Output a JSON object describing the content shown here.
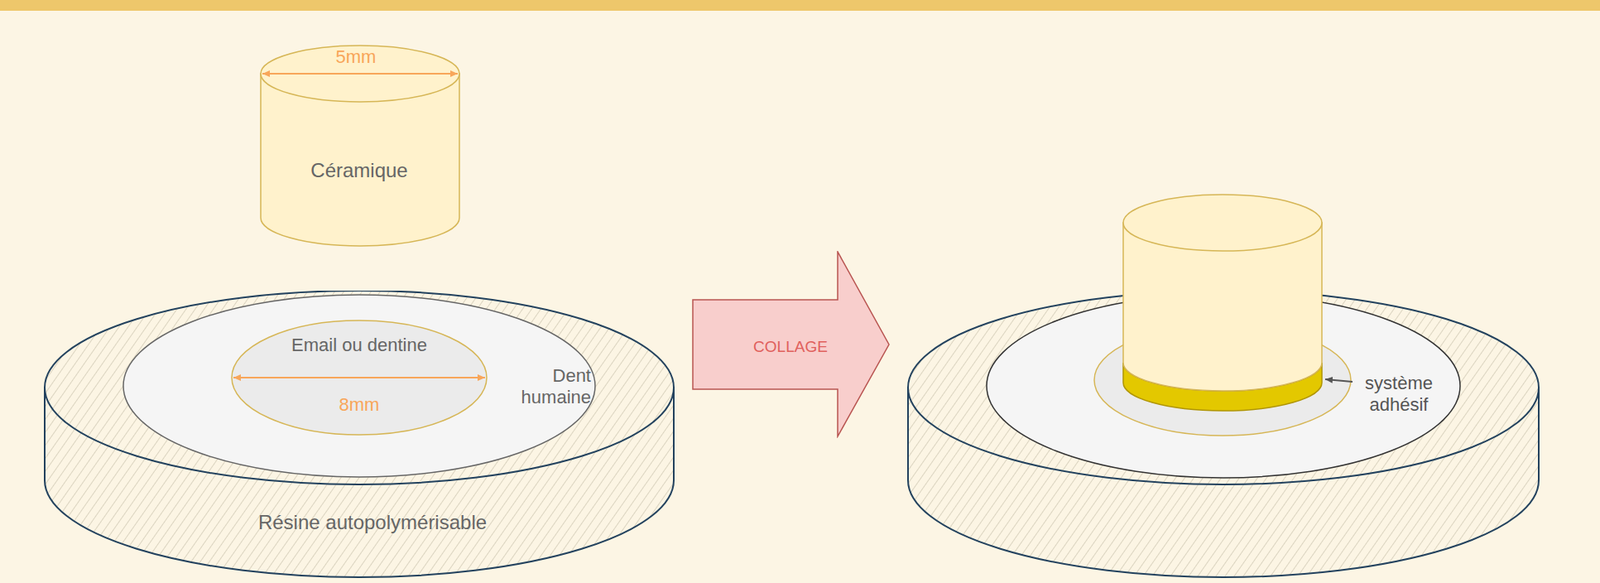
{
  "diagram": {
    "nodes": [
      {
        "text": [
          "Céramique"
        ]
      },
      {
        "text": [
          "Résine autopolymérisable"
        ]
      },
      {
        "text": [
          "Dent humaine"
        ],
        "in": 1
      },
      {
        "text": [
          "Email ou dentine"
        ],
        "in": 2
      },
      {
        "text": [
          "COLLAGE"
        ]
      }
    ],
    "labels": [
      "5mm",
      "8mm",
      "système adhésif"
    ]
  }
}
